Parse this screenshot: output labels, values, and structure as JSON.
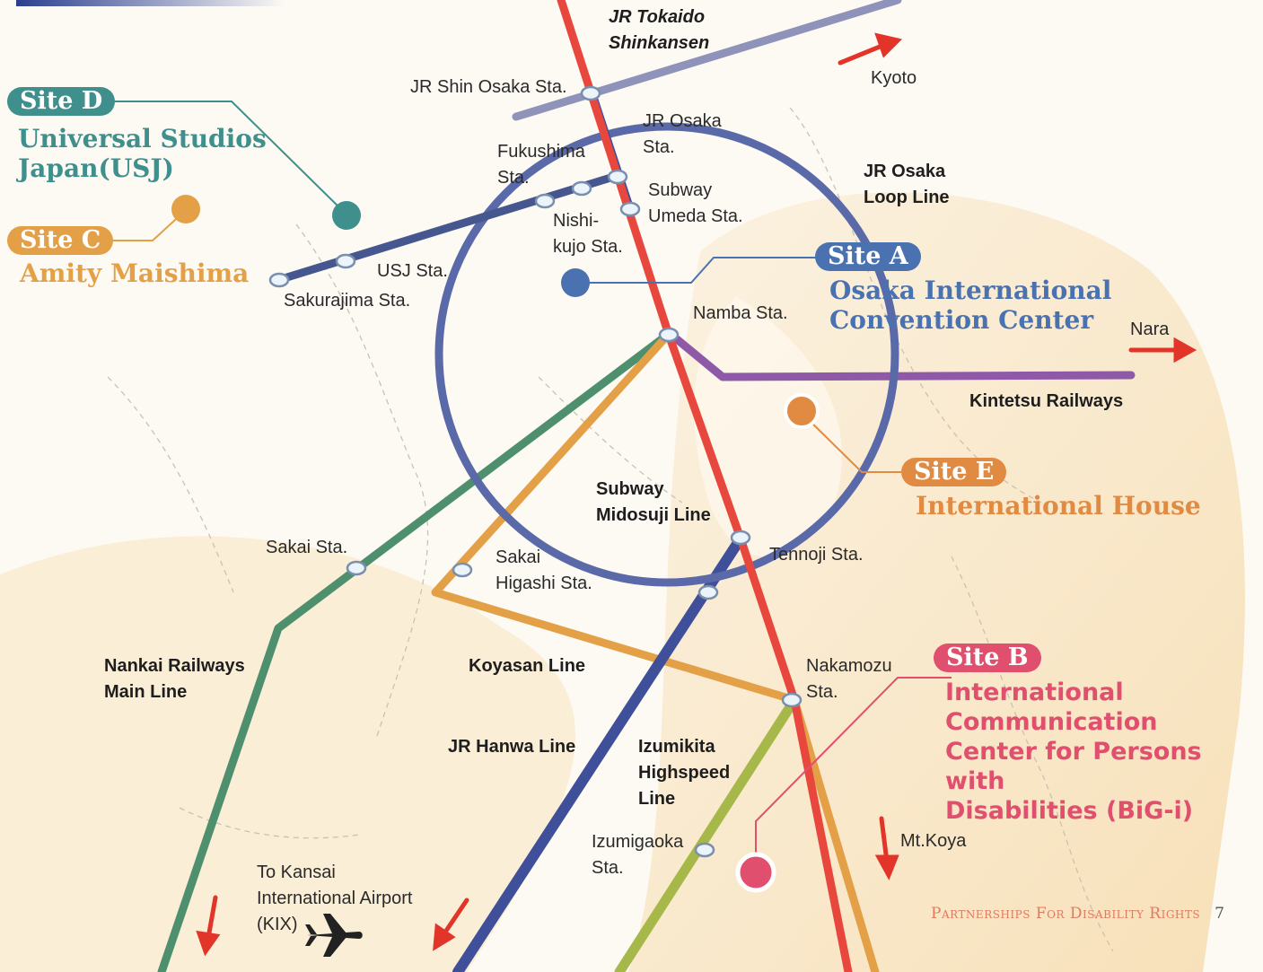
{
  "lines": {
    "shinkansen": "JR Tokaido\nShinkansen",
    "loop": "JR Osaka\nLoop Line",
    "midosuji": "Subway\nMidosuji Line",
    "kintetsu": "Kintetsu Railways",
    "nankai": "Nankai Railways\nMain Line",
    "koyasan": "Koyasan Line",
    "hanwa": "JR Hanwa Line",
    "izumikita": "Izumikita\nHighspeed\nLine"
  },
  "stations": {
    "shin_osaka": "JR Shin Osaka Sta.",
    "jr_osaka": "JR Osaka\nSta.",
    "fukushima": "Fukushima\nSta.",
    "umeda": "Subway\nUmeda Sta.",
    "nishikujo": "Nishi-\nkujo Sta.",
    "usj": "USJ Sta.",
    "sakurajima": "Sakurajima Sta.",
    "namba": "Namba Sta.",
    "tennoji": "Tennoji Sta.",
    "sakai": "Sakai Sta.",
    "sakai_higashi": "Sakai\nHigashi Sta.",
    "nakamozu": "Nakamozu\nSta.",
    "izumigaoka": "Izumigaoka\nSta."
  },
  "destinations": {
    "kyoto": "Kyoto",
    "nara": "Nara",
    "mt_koya": "Mt.Koya",
    "kix": "To Kansai\nInternational Airport\n(KIX)"
  },
  "sites": {
    "a": {
      "badge": "Site A",
      "name": "Osaka International\nConvention Center",
      "color": "#4a72b0"
    },
    "b": {
      "badge": "Site B",
      "name": "International\nCommunication\nCenter for Persons with\nDisabilities (BiG-i)",
      "color": "#e0506e"
    },
    "c": {
      "badge": "Site C",
      "name": "Amity Maishima",
      "color": "#e3a047"
    },
    "d": {
      "badge": "Site D",
      "name": "Universal Studios\nJapan(USJ)",
      "color": "#3f8f8c"
    },
    "e": {
      "badge": "Site E",
      "name": "International House",
      "color": "#e08a42"
    }
  },
  "footer": {
    "title": "Partnerships For Disability Rights",
    "page": "7"
  },
  "colors": {
    "shinkansen": "#e8473e",
    "loop": "#5a69a8",
    "subway_blue": "#3f4f9a",
    "kintetsu": "#8e5aa8",
    "nankai": "#4e8f6d",
    "koyasan": "#e3a047",
    "izumikita": "#a6b84a",
    "arrow": "#e3342a"
  }
}
